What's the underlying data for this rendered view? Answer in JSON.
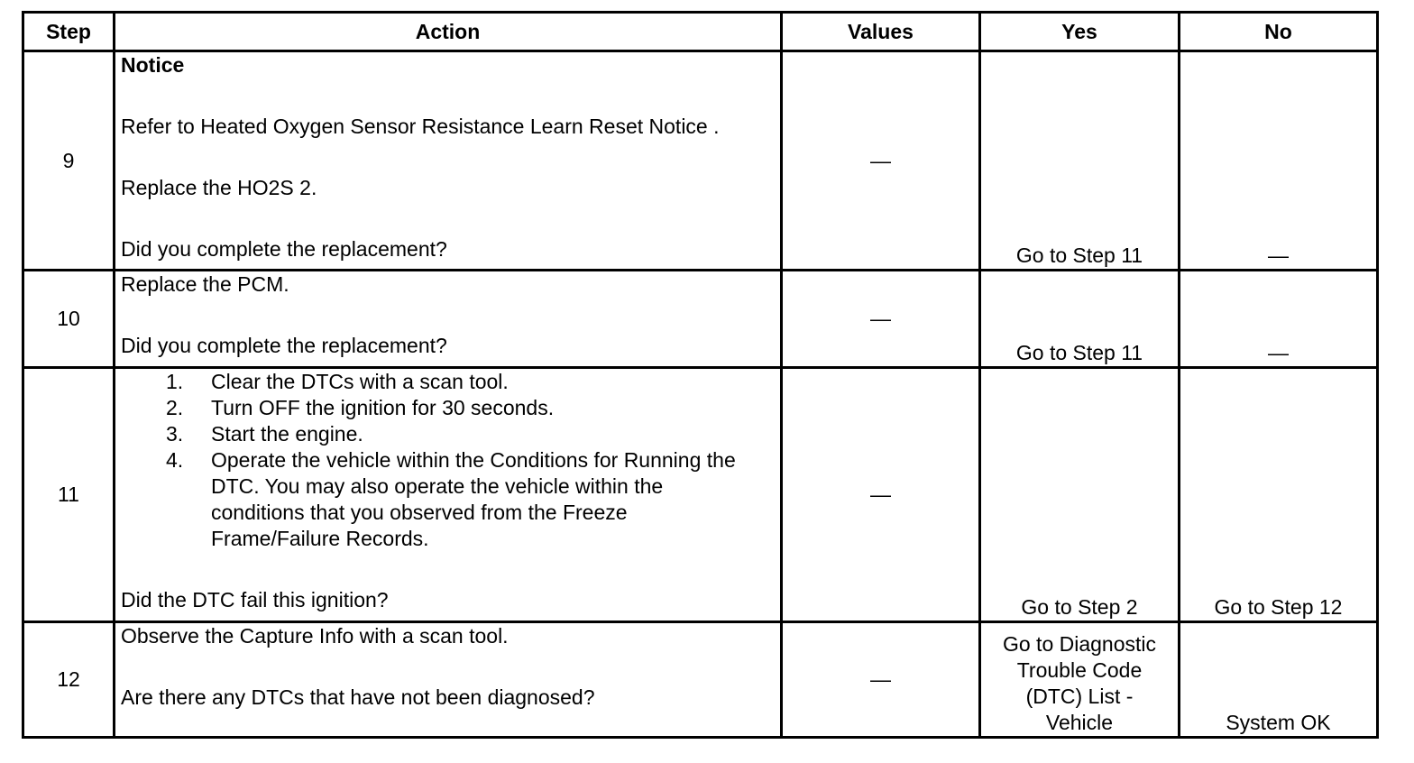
{
  "table": {
    "headers": {
      "step": "Step",
      "action": "Action",
      "values": "Values",
      "yes": "Yes",
      "no": "No"
    },
    "rows": [
      {
        "step": "9",
        "notice_title": "Notice",
        "notice_text": "Refer to Heated Oxygen Sensor Resistance Learn Reset Notice .",
        "instruction": "Replace the HO2S 2.",
        "question": "Did you complete the replacement?",
        "values": "—",
        "yes": "Go to Step 11",
        "no": "—"
      },
      {
        "step": "10",
        "instruction": "Replace the PCM.",
        "question": "Did you complete the replacement?",
        "values": "—",
        "yes": "Go to Step 11",
        "no": "—"
      },
      {
        "step": "11",
        "substeps": [
          {
            "num": "1.",
            "text": "Clear the DTCs with a scan tool."
          },
          {
            "num": "2.",
            "text": "Turn OFF the ignition for 30 seconds."
          },
          {
            "num": "3.",
            "text": "Start the engine."
          },
          {
            "num": "4.",
            "text": "Operate the vehicle within the Conditions for Running the DTC. You may also operate the vehicle within the conditions that you observed from the Freeze Frame/Failure Records."
          }
        ],
        "question": "Did the DTC fail this ignition?",
        "values": "—",
        "yes": "Go to Step 2",
        "no": "Go to Step 12"
      },
      {
        "step": "12",
        "instruction": "Observe the Capture Info with a scan tool.",
        "question": "Are there any DTCs that have not been diagnosed?",
        "values": "—",
        "yes": "Go to Diagnostic Trouble Code (DTC) List - Vehicle",
        "no": "System OK"
      }
    ]
  }
}
